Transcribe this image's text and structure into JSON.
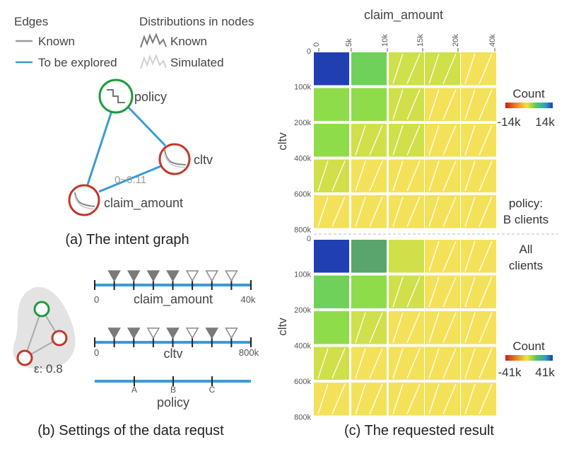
{
  "legend": {
    "edges_title": "Edges",
    "edges_known": "Known",
    "edges_explore": "To be explored",
    "dist_title": "Distributions in nodes",
    "dist_known": "Known",
    "dist_simulated": "Simulated"
  },
  "graph": {
    "nodes": [
      {
        "id": "policy",
        "label": "policy",
        "kind": "known"
      },
      {
        "id": "cltv",
        "label": "cltv",
        "kind": "simulated"
      },
      {
        "id": "claim_amount",
        "label": "claim_amount",
        "kind": "simulated"
      }
    ],
    "edge_label": "0~0.11",
    "caption": "(a) The intent graph"
  },
  "settings": {
    "epsilon": "ε: 0.8",
    "caption": "(b) Settings of the data requst",
    "axes": [
      {
        "name": "claim_amount",
        "min": "0",
        "max": "40k",
        "markers": [
          "filled",
          "filled",
          "filled",
          "filled",
          "hollow",
          "hollow",
          "hollow"
        ]
      },
      {
        "name": "cltv",
        "min": "0",
        "max": "800k",
        "markers": [
          "filled",
          "filled",
          "hollow",
          "filled",
          "hollow",
          "filled",
          "hollow"
        ]
      },
      {
        "name": "policy",
        "categories": [
          "A",
          "B",
          "C"
        ]
      }
    ]
  },
  "result": {
    "caption": "(c) The requested result",
    "x_title": "claim_amount",
    "x_ticks": [
      "0",
      "5k",
      "10k",
      "15k",
      "20k",
      "40k"
    ],
    "y_title": "cltv",
    "y_ticks": [
      "0",
      "100k",
      "200k",
      "400k",
      "600k",
      "800k"
    ],
    "legend_title": "Count",
    "colors": {
      "dark_blue": "#1f3fb3",
      "teal": "#5aa56e",
      "green": "#6fd15a",
      "light_green": "#8fdc4a",
      "yellow_green": "#cfe04a",
      "yellow": "#f3e15a"
    }
  },
  "chart_data": [
    {
      "type": "heatmap",
      "panel": "top",
      "title": "",
      "xlabel": "claim_amount",
      "ylabel": "cltv",
      "x_categories": [
        "0-5k",
        "5k-10k",
        "10k-15k",
        "15k-20k",
        "20k-40k"
      ],
      "y_categories": [
        "0-100k",
        "100k-200k",
        "200k-400k",
        "400k-600k",
        "600k-800k"
      ],
      "annotation": "policy: B clients",
      "color_range": [
        -14000,
        14000
      ],
      "color_range_labels": [
        "-14k",
        "14k"
      ],
      "legend_title": "Count",
      "values": [
        [
          14000,
          4000,
          1300,
          700,
          400
        ],
        [
          3500,
          2000,
          800,
          500,
          300
        ],
        [
          2000,
          1000,
          600,
          400,
          200
        ],
        [
          800,
          500,
          300,
          200,
          100
        ],
        [
          400,
          300,
          200,
          100,
          50
        ]
      ],
      "hatched": [
        [
          false,
          false,
          true,
          true,
          true
        ],
        [
          false,
          false,
          true,
          true,
          true
        ],
        [
          false,
          true,
          true,
          true,
          true
        ],
        [
          true,
          true,
          true,
          true,
          true
        ],
        [
          true,
          true,
          true,
          true,
          true
        ]
      ]
    },
    {
      "type": "heatmap",
      "panel": "bottom",
      "title": "",
      "xlabel": "",
      "ylabel": "cltv",
      "x_categories": [
        "0-5k",
        "5k-10k",
        "10k-15k",
        "15k-20k",
        "20k-40k"
      ],
      "y_categories": [
        "0-100k",
        "100k-200k",
        "200k-400k",
        "400k-600k",
        "600k-800k"
      ],
      "annotation": "All clients",
      "color_range": [
        -41000,
        41000
      ],
      "color_range_labels": [
        "-41k",
        "41k"
      ],
      "legend_title": "Count",
      "values": [
        [
          41000,
          22000,
          4000,
          1500,
          800
        ],
        [
          12000,
          8000,
          2500,
          1200,
          600
        ],
        [
          5000,
          3000,
          1500,
          800,
          400
        ],
        [
          2500,
          1500,
          900,
          500,
          200
        ],
        [
          1200,
          800,
          500,
          300,
          100
        ]
      ],
      "hatched": [
        [
          false,
          false,
          false,
          true,
          true
        ],
        [
          false,
          false,
          true,
          true,
          true
        ],
        [
          false,
          true,
          true,
          true,
          true
        ],
        [
          true,
          true,
          true,
          true,
          true
        ],
        [
          true,
          true,
          true,
          true,
          true
        ]
      ]
    }
  ]
}
